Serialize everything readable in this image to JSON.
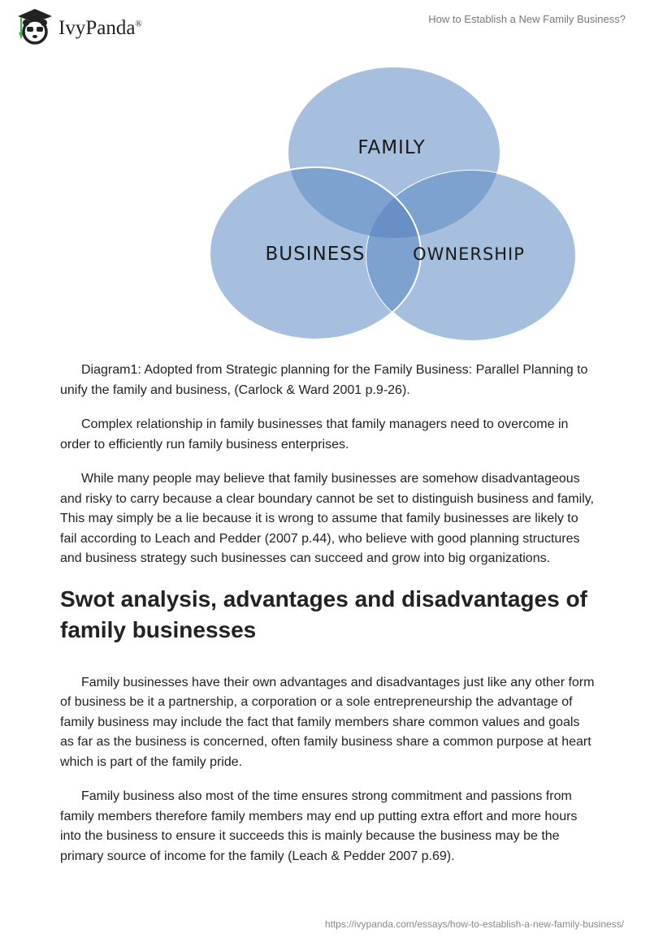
{
  "header": {
    "brand": "IvyPanda",
    "brand_mark": "®",
    "doc_title": "How to Establish a New Family Business?"
  },
  "diagram": {
    "labels": {
      "family": "FAMILY",
      "business": "BUSINESS",
      "ownership": "OWNERSHIP"
    },
    "colors": {
      "circle": "#a6bfdf",
      "overlap": "#7ea2cf",
      "center": "#6990c6"
    }
  },
  "content": {
    "paragraphs_1": [
      "Diagram1: Adopted from Strategic planning for the Family Business: Parallel Planning to unify the family and business, (Carlock & Ward 2001 p.9-26).",
      "Complex relationship in family businesses that family managers need to overcome in order to efficiently run family business enterprises.",
      "While many people may believe that family businesses are somehow disadvantageous and risky to carry because a clear boundary cannot be set to distinguish business and family, This may simply be a lie because it is wrong to assume that family businesses are likely to fail according to Leach and Pedder (2007 p.44), who believe with good planning structures and business strategy such businesses can succeed and grow into big organizations."
    ],
    "heading": "Swot analysis, advantages and disadvantages of family businesses",
    "paragraphs_2": [
      "Family businesses have their own advantages and disadvantages just like any other form of business be it a partnership, a corporation or a sole entrepreneurship the advantage of family business may include the fact that family members share common values and goals as far as the business is concerned, often family business share a common purpose at heart which is part of the family pride.",
      "Family business also most of the time ensures strong commitment and passions from family members therefore family members may end up putting extra effort and more hours into the business to ensure it succeeds this is mainly because the business may be the primary source of income for the family (Leach & Pedder 2007 p.69)."
    ]
  },
  "footer": {
    "url": "https://ivypanda.com/essays/how-to-establish-a-new-family-business/"
  }
}
